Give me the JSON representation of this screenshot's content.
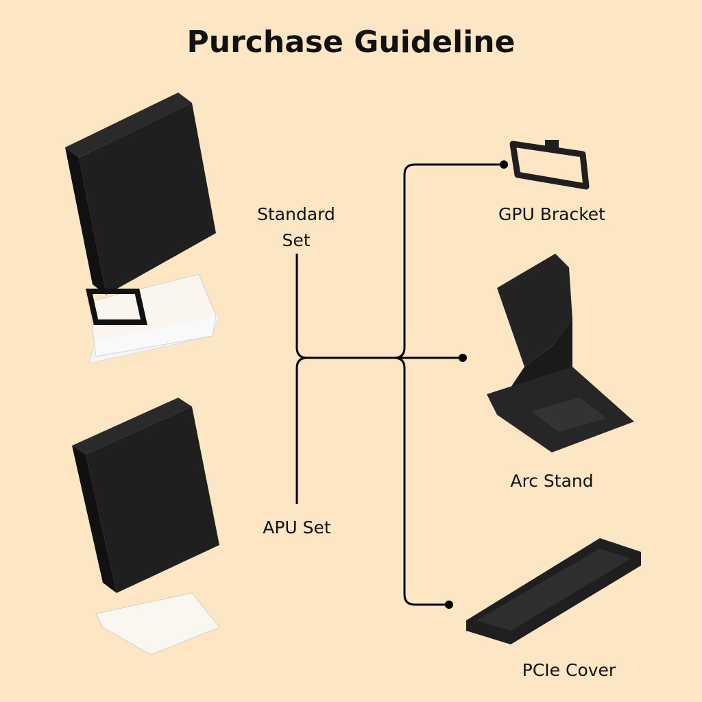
{
  "title": "Purchase Guideline",
  "sets": [
    {
      "label_line1": "Standard",
      "label_line2": "Set"
    },
    {
      "label": "APU Set"
    }
  ],
  "accessories": [
    {
      "label": "GPU Bracket"
    },
    {
      "label": "Arc Stand"
    },
    {
      "label": "PCIe Cover"
    }
  ],
  "colors": {
    "background": "#fde6c4",
    "line": "#000000",
    "product": "#1f1f1f"
  }
}
